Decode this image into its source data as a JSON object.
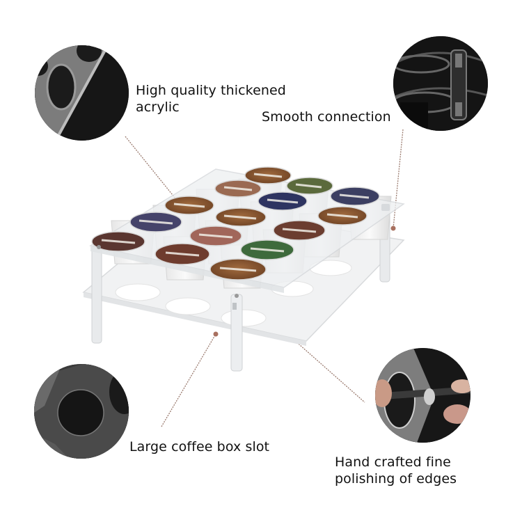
{
  "callouts": {
    "top_left": {
      "line1": "High quality thickened",
      "line2": "acrylic"
    },
    "top_right": {
      "text": "Smooth connection"
    },
    "bottom_left": {
      "text": "Large coffee box slot"
    },
    "bottom_right": {
      "line1": "Hand crafted fine",
      "line2": "polishing of edges"
    }
  },
  "colors": {
    "background": "#ffffff",
    "text": "#111111",
    "leader_line": "#9a7a6e",
    "leader_dot": "#a8705f",
    "detail_circle_bg": "#1a1a1a",
    "acrylic": "#eef0f2",
    "pod_lid": "#8a5a34",
    "pod_cup": "#f4f4f4"
  },
  "product": {
    "name": "two-tier acrylic coffee pod holder",
    "pod_count": 15,
    "pod_lid_colors": [
      "#8a5a34",
      "#7a4e2c",
      "#a0674a",
      "#3e6a3c",
      "#2c2e5a",
      "#6b3d3a",
      "#b4806a"
    ]
  }
}
